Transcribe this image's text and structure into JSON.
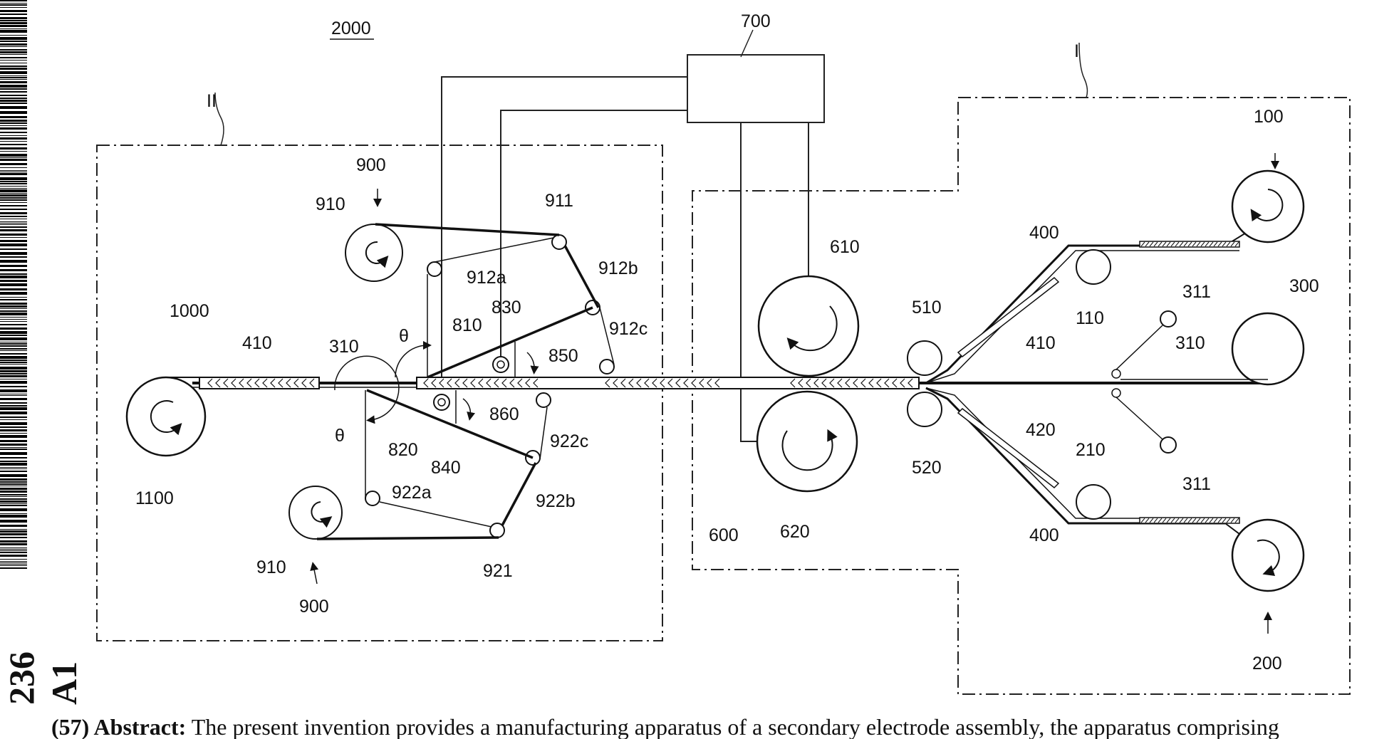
{
  "side_code": "236 A1",
  "abstract": {
    "prefix": "(57) Abstract:",
    "text": " The present invention provides a manufacturing apparatus of a secondary electrode assembly, the apparatus comprising"
  },
  "figure": {
    "system_label": "2000",
    "section_1": "I",
    "section_2": "II",
    "controller": "700",
    "angle_symbol": "θ",
    "labels": {
      "l100": "100",
      "l200": "200",
      "l300": "300",
      "l311a": "311",
      "l311b": "311",
      "l310r": "310",
      "l310l": "310",
      "l400a": "400",
      "l400b": "400",
      "l410r": "410",
      "l410l": "410",
      "l420": "420",
      "l110": "110",
      "l210": "210",
      "l510": "510",
      "l520": "520",
      "l600": "600",
      "l610": "610",
      "l620": "620",
      "l810": "810",
      "l820": "820",
      "l830": "830",
      "l840": "840",
      "l850": "850",
      "l860": "860",
      "l900a": "900",
      "l900b": "900",
      "l910a": "910",
      "l910b": "910",
      "l911": "911",
      "l912a": "912a",
      "l912b": "912b",
      "l912c": "912c",
      "l921": "921",
      "l922a": "922a",
      "l922b": "922b",
      "l922c": "922c",
      "l1000": "1000",
      "l1100": "1100"
    }
  }
}
